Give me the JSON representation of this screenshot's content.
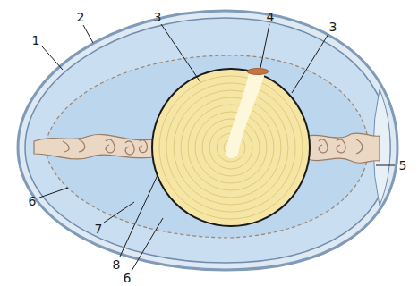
{
  "diagram": {
    "labels": [
      "1",
      "2",
      "3",
      "4",
      "3",
      "5",
      "6",
      "7",
      "8",
      "6"
    ]
  }
}
